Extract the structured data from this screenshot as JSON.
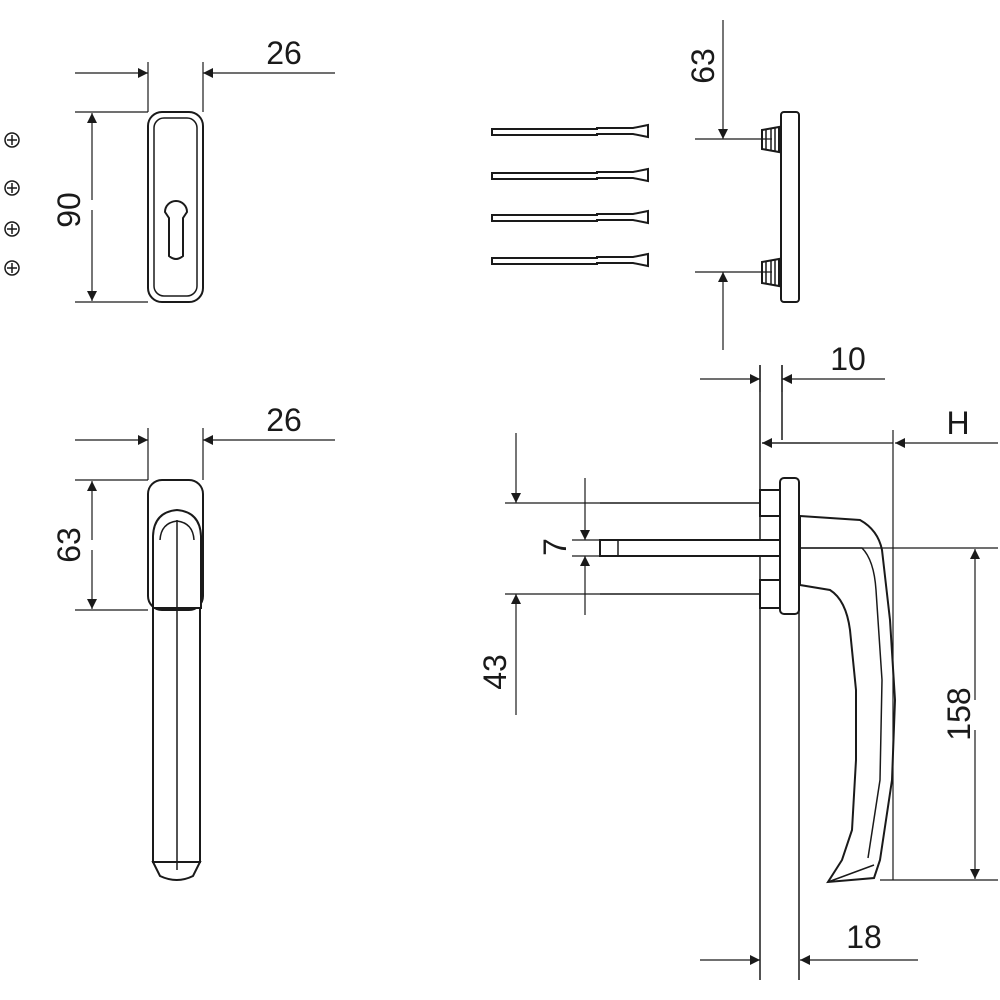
{
  "dimensions": {
    "rosette_width": "26",
    "rosette_height": "90",
    "screw_length": "63",
    "handle_front_width": "26",
    "handle_base_height": "63",
    "spindle_offset": "10",
    "handle_height_label": "H",
    "spindle_size": "7",
    "fixing_distance": "43",
    "handle_length": "158",
    "rosette_depth": "18"
  }
}
